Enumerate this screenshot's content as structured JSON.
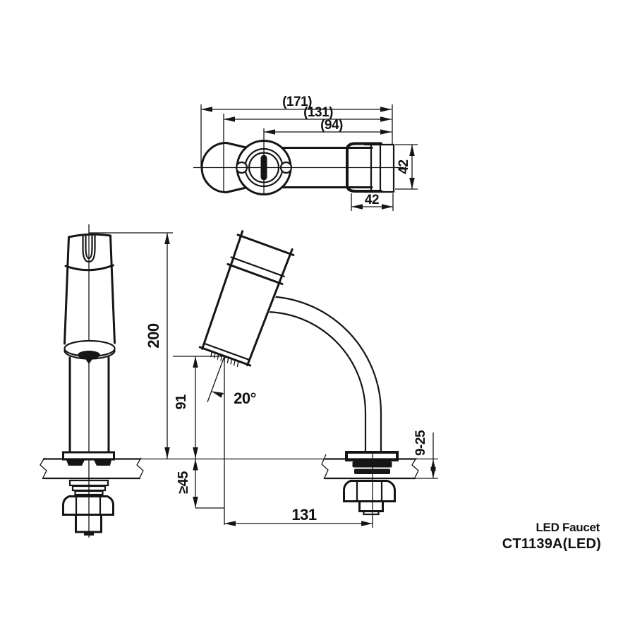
{
  "drawing": {
    "product": {
      "name": "LED Faucet",
      "code": "CT1139A(LED)"
    },
    "top_view": {
      "dim_overall_length": "(171)",
      "dim_reach": "(131)",
      "dim_spout_center": "(94)",
      "dim_base_depth": "42",
      "dim_base_width": "42"
    },
    "front_view": {
      "dim_total_height": "200"
    },
    "side_view": {
      "dim_outlet_height": "91",
      "dim_min_clearance": "≥45",
      "dim_reach": "131",
      "dim_deck_thickness": "9-25",
      "dim_spray_angle": "20°"
    }
  }
}
